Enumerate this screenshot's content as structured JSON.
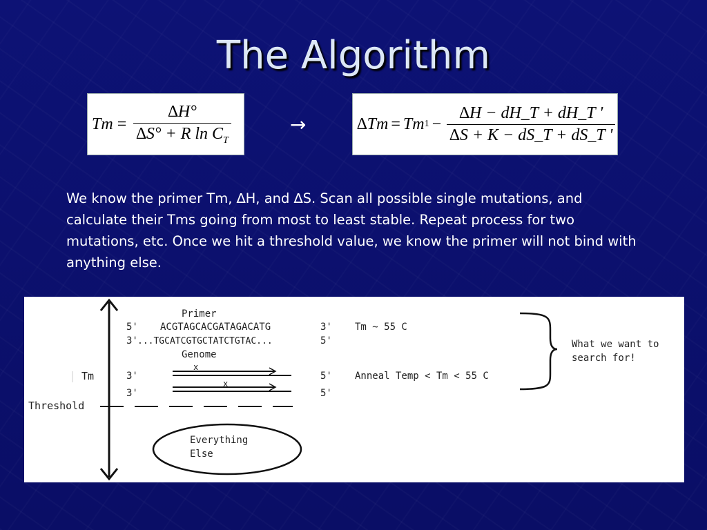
{
  "slide": {
    "title": "The Algorithm",
    "arrow_icon": "right-arrow-icon",
    "paragraph": "We know the primer Tm, ∆H,  and ∆S. Scan all possible single mutations, and calculate their Tms going from most to least stable. Repeat process for two mutations, etc. Once we hit  a threshold value, we know the primer will not bind with anything else."
  },
  "equations": {
    "eq1": {
      "lhs": "Tm",
      "equals": "=",
      "numerator": "∆H°",
      "denominator": "∆S° + R ln C",
      "denominator_sub": "T"
    },
    "eq2": {
      "lhs": "∆Tm",
      "equals": "=",
      "term": "Tm",
      "term_sub": "1",
      "minus": "−",
      "numerator": "∆H − dH_T + dH_T '",
      "denominator": "∆S + K − dS_T + dS_T '"
    }
  },
  "diagram": {
    "primer_label": "Primer",
    "line1_left": "5'",
    "line1_seq": "ACGTAGCACGATAGACATG",
    "line1_right": "3'",
    "line1_note": "Tm ~ 55 C",
    "line2_left": "3'",
    "line2_seq": "...TGCATCGTGCTATCTGTAC...",
    "line2_right": "5'",
    "genome_label": "Genome",
    "tm_label": "Tm",
    "mut_row1_left": "3'",
    "mut_row1_right": "5'",
    "mut_row1_mark": "x",
    "mut_row1_note": "Anneal Temp < Tm < 55 C",
    "mut_row2_left": "3'",
    "mut_row2_right": "5'",
    "mut_row2_mark": "x",
    "threshold_label": "Threshold",
    "brace_note_line1": "What we want to",
    "brace_note_line2": "search for!",
    "ellipse_line1": "Everything",
    "ellipse_line2": "Else"
  }
}
